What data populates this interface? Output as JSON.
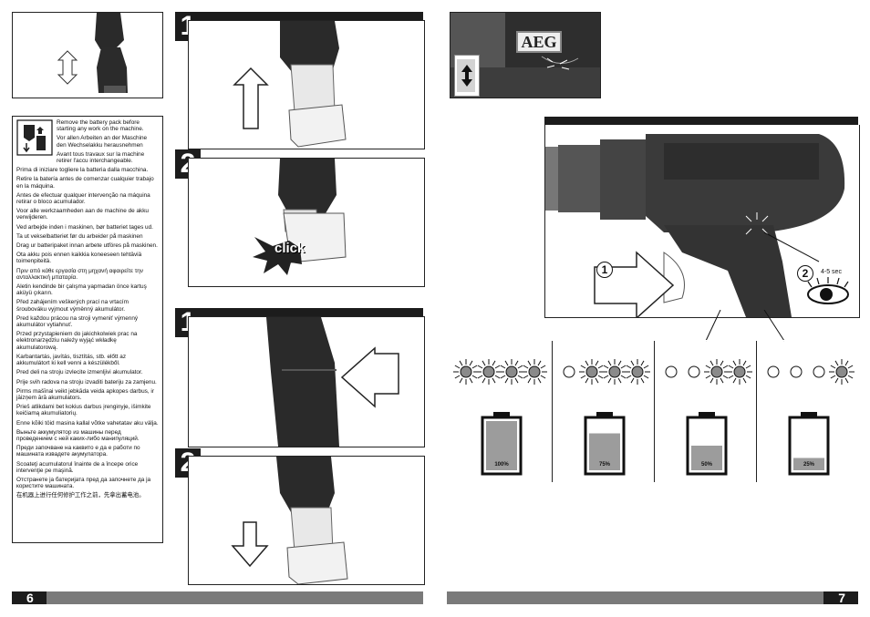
{
  "left_page": {
    "page_number": "6",
    "step_numbers": [
      "1",
      "2",
      "1",
      "2"
    ],
    "click_label": "click",
    "warning_texts": [
      "Remove the battery pack before starting any work on the machine.",
      "Vor allen Arbeiten an der Maschine den Wechselakku herausnehmen",
      "Avant tous travaux sur la machine retirer l'accu interchangeable.",
      "Prima di iniziare togliere la batteria dalla macchina.",
      "Retire la batería antes de comenzar cualquier trabajo en la máquina.",
      "Antes de efectuar qualquer intervenção na máquina retirar o bloco acumulador.",
      "Voor alle werkzaamheden aan de machine de akku verwijderen.",
      "Ved arbejde inden i maskinen, bør batteriet tages ud.",
      "Ta ut vekselbatteriet før du arbeider på maskinen",
      "Drag ur batteripaket innan arbete utföres på maskinen.",
      "Ota akku pois ennen kaikkia koneeseen tehtäviä toimenpiteitä.",
      "Πριν από κάθε εργασία στη μηχανή αφαιρείτε την ανταλλακτική μπαταρία.",
      "Aletin kendinde bir çalışma yapmadan önce kartuş aküyü çıkarın.",
      "Před zahájením veškerých prací na vrtacím šroubováku vyjmout výměnný akumulátor.",
      "Pred každou prácou na stroji vymeniť výmenný akumulátor vytiahnuť.",
      "Przed przystąpieniem do jakichkolwiek prac na elektronarzędziu należy wyjąć wkładkę akumulatorową.",
      "Karbantartás, javítás, tisztítás, stb. előtt az akkumulátort ki kell venni a készülékből.",
      "Pred deli na stroju izvlecite izmenljivi akumulator.",
      "Prije svih radova na stroju izvaditi bateriju za zamjenu.",
      "Pirms mašīnai veikt jebkāda veida apkopes darbus, ir jāizņem ārā akumulators.",
      "Prieš atlikdami bet kokius darbus įrenginyje, išimkite keičiamą akumuliatorių.",
      "Enne kõiki töid masina kallal võtke vahetatav aku välja.",
      "Выньте аккумулятор из машины перед проведением с ней каких-либо манипуляций.",
      "Преди започване на каквито е да е работи по машината извадете акумулатора.",
      "Scoateţi acumulatorul înainte de a începe orice intervenţie pe maşină.",
      "Отстранете ја батеријата пред да започнете да ја користите машината.",
      "在机器上进行任何修护工作之前，先拿出蓄电池。"
    ]
  },
  "right_page": {
    "page_number": "7",
    "brand_logo": "AEG",
    "callout_1": "1",
    "callout_2": "2",
    "duration_label": "4-5 sec",
    "charge_levels": [
      {
        "label": "100%",
        "lit_leds": 4,
        "fill": 1.0
      },
      {
        "label": "75%",
        "lit_leds": 3,
        "fill": 0.75
      },
      {
        "label": "50%",
        "lit_leds": 2,
        "fill": 0.5
      },
      {
        "label": "25%",
        "lit_leds": 1,
        "fill": 0.25
      }
    ]
  },
  "colors": {
    "dark": "#1c1c1c",
    "footer_gray": "#7a7a7a",
    "battery_fill": "#9c9c9c",
    "led_lit": "#8a8a8a"
  }
}
